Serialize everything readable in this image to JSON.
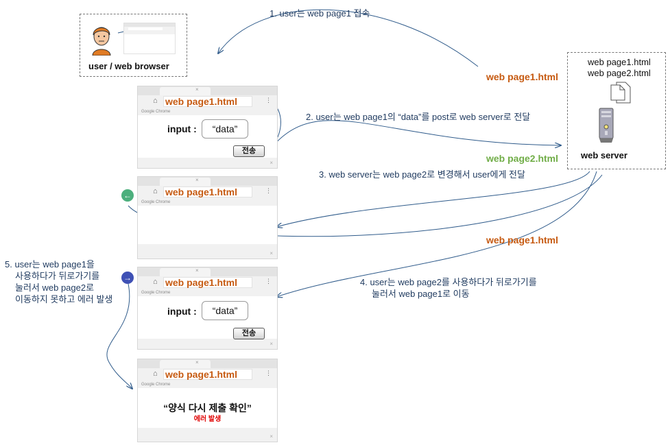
{
  "user_box": {
    "label": "user / web browser"
  },
  "server_box": {
    "file1": "web page1.html",
    "file2": "web page2.html",
    "label": "web server"
  },
  "steps": {
    "s1": "1. user는 web page1 접속",
    "s2": "2. user는 web page1의 “data”를 post로 web server로 전달",
    "s3": "3. web server는 web page2로 변경해서 user에게 전달",
    "s4_line1": "4. user는 web page2를 사용하다가 뒤로가기를",
    "s4_line2": "눌러서 web page1로 이동",
    "s5_line1": "5. user는 web page1을",
    "s5_line2": "사용하다가 뒤로가기를",
    "s5_line3": "눌러서 web page2로",
    "s5_line4": "이동하지 못하고 에러 발생"
  },
  "arrow_labels": {
    "a1": "web page1.html",
    "a2": "web page2.html",
    "a3": "web page1.html"
  },
  "browsers": {
    "b1": {
      "title": "web page1.html",
      "brand": "Google Chrome",
      "input_label": "input :",
      "input_value": "“data”",
      "button": "전송"
    },
    "b2": {
      "title": "web page1.html",
      "brand": "Google Chrome"
    },
    "b3": {
      "title": "web page1.html",
      "brand": "Google Chrome",
      "input_label": "input :",
      "input_value": "“data”",
      "button": "전송"
    },
    "b4": {
      "title": "web page1.html",
      "brand": "Google Chrome",
      "message": "“양식 다시 제출 확인”",
      "error": "에러 발생"
    }
  },
  "colors": {
    "orange": "#c65a11",
    "green": "#70ad47",
    "arrow": "#2e5a8a",
    "back": "#4caf7d",
    "forward": "#3f51b5",
    "error": "#e00000"
  }
}
